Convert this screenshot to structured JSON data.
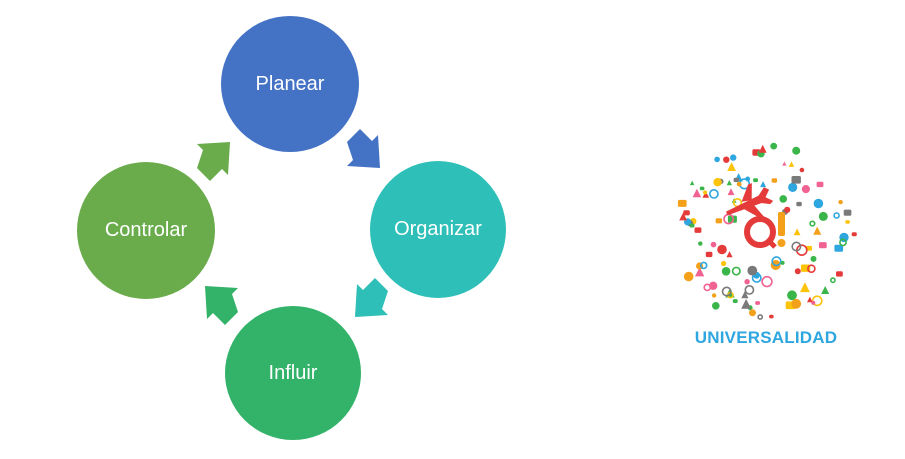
{
  "cycle": {
    "steps": [
      {
        "label": "Planear",
        "color": "#4472c4"
      },
      {
        "label": "Organizar",
        "color": "#2ebfb8"
      },
      {
        "label": "Influir",
        "color": "#33b36a"
      },
      {
        "label": "Controlar",
        "color": "#6aac4c"
      }
    ],
    "arrow_colors": [
      "#4472c4",
      "#2ebfb8",
      "#33b36a",
      "#6aac4c"
    ]
  },
  "logo": {
    "word": "UNIVERSALIDAD",
    "word_color": "#2ea6df",
    "icon_palette": [
      "#e53a3a",
      "#f3a01b",
      "#2ea6df",
      "#3ab54a",
      "#f06292",
      "#7a7a7a",
      "#fcc30b"
    ]
  }
}
